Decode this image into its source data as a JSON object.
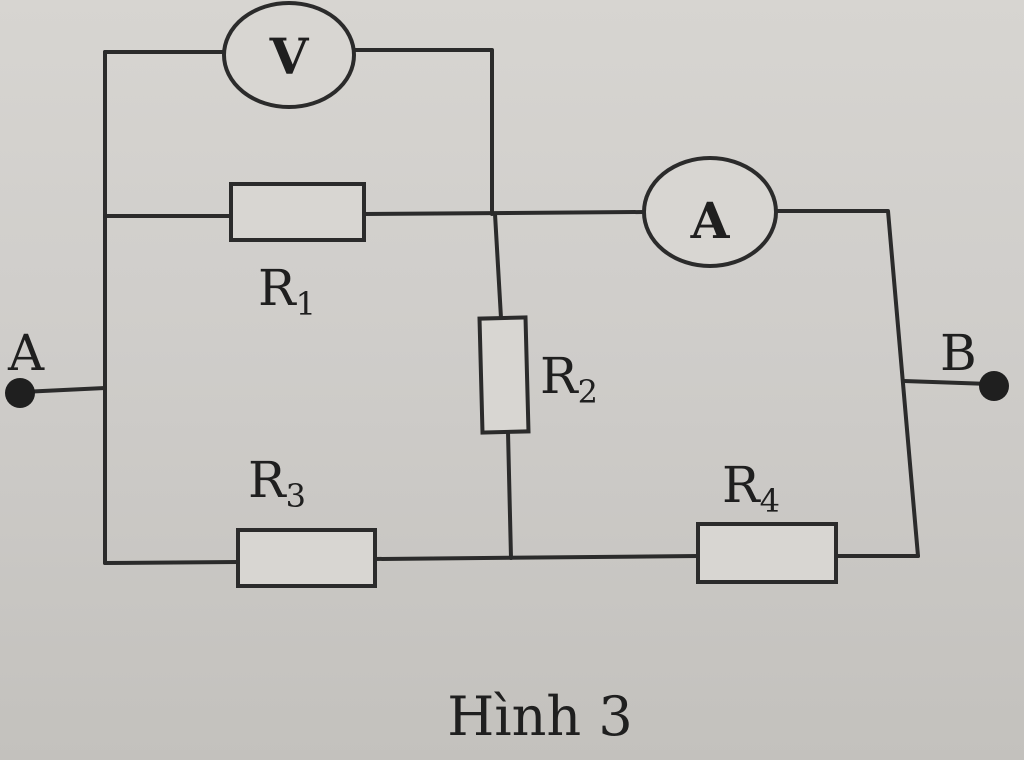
{
  "figure": {
    "caption": "Hình 3",
    "terminals": {
      "left": "A",
      "right": "B"
    },
    "meters": {
      "voltmeter": "V",
      "ammeter": "A"
    },
    "resistors": [
      {
        "main": "R",
        "sub": "1"
      },
      {
        "main": "R",
        "sub": "2"
      },
      {
        "main": "R",
        "sub": "3"
      },
      {
        "main": "R",
        "sub": "4"
      }
    ]
  },
  "colors": {
    "ink": "#2b2b2b",
    "paper": "#d3d1cd"
  }
}
